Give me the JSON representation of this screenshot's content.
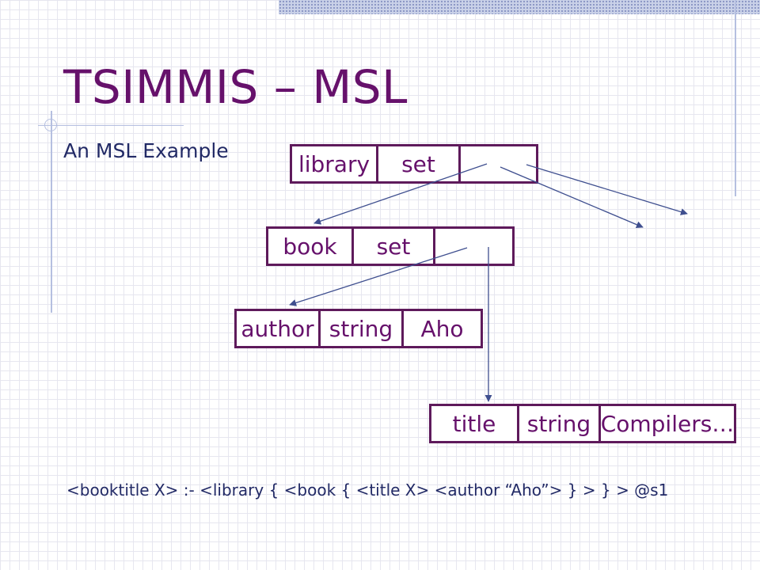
{
  "slide": {
    "title": "TSIMMIS – MSL",
    "subtitle": "An MSL Example",
    "rule": "<booktitle X> :- <library { <book { <title X> <author “Aho”> } > } > @s1"
  },
  "records": {
    "library": {
      "label": "library",
      "type": "set",
      "value": ""
    },
    "book": {
      "label": "book",
      "type": "set",
      "value": ""
    },
    "author": {
      "label": "author",
      "type": "string",
      "value": "Aho"
    },
    "title": {
      "label": "title",
      "type": "string",
      "value": "Compilers…"
    }
  },
  "colors": {
    "title": "#66116b",
    "box_border": "#5e1a5b",
    "arrow": "#3f4f8f",
    "text": "#222a66"
  }
}
